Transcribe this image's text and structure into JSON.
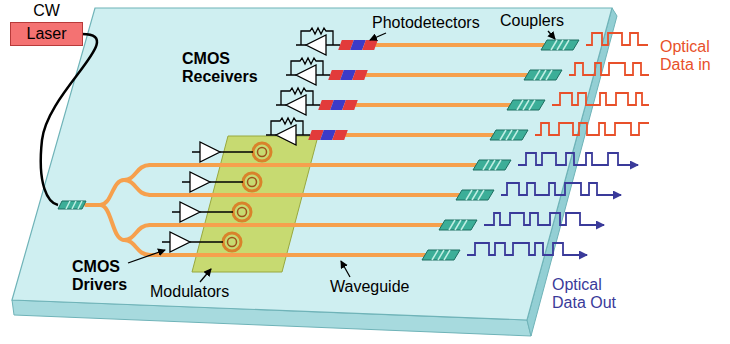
{
  "diagram": {
    "nodes": [
      {
        "text": [
          "CW",
          "Laser"
        ]
      }
    ],
    "labels": [
      "CMOS Receivers",
      "Photodetectors",
      "Couplers",
      "Optical Data in",
      "CMOS Drivers",
      "Modulators",
      "Waveguide",
      "Optical Data Out"
    ]
  }
}
